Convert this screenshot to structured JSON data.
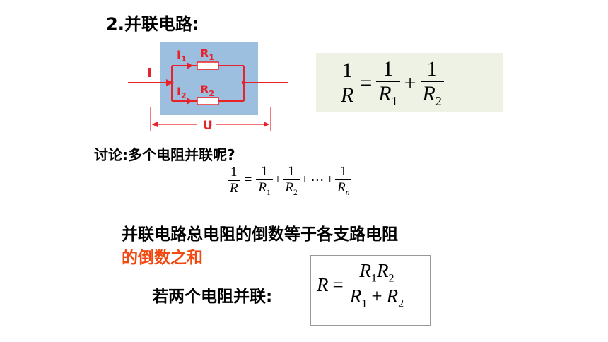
{
  "title": "2.并联电路:",
  "circuit": {
    "label_I": "I",
    "label_I1": "I",
    "label_I1_sub": "1",
    "label_R1": "R",
    "label_R1_sub": "1",
    "label_I2": "I",
    "label_I2_sub": "2",
    "label_R2": "R",
    "label_R2_sub": "2",
    "label_U": "U",
    "colors": {
      "box": "#9cbedf",
      "wire": "#e8222a",
      "resistor": "#ffffff"
    }
  },
  "formula_two": {
    "one_a": "1",
    "R": "R",
    "eq": "=",
    "one_b": "1",
    "R1": "R",
    "R1_sub": "1",
    "plus": "+",
    "one_c": "1",
    "R2": "R",
    "R2_sub": "2"
  },
  "discussion": "讨论:多个电阻并联呢?",
  "formula_n": {
    "one_a": "1",
    "R": "R",
    "eq": "=",
    "one_b": "1",
    "R1": "R",
    "R1_sub": "1",
    "plus1": "+",
    "one_c": "1",
    "R2": "R",
    "R2_sub": "2",
    "plus2": "+",
    "dots": "⋯",
    "plus3": "+",
    "one_d": "1",
    "Rn": "R",
    "Rn_sub": "n"
  },
  "conclusion": {
    "line1": "并联电路总电阻的倒数等于各支路电阻",
    "line2": "的倒数之和"
  },
  "two_resistors": {
    "label": "若两个电阻并联:",
    "R": "R",
    "eq": "=",
    "num_R1": "R",
    "num_R1_sub": "1",
    "num_R2": "R",
    "num_R2_sub": "2",
    "den_R1": "R",
    "den_R1_sub": "1",
    "den_plus": "+",
    "den_R2": "R",
    "den_R2_sub": "2"
  }
}
